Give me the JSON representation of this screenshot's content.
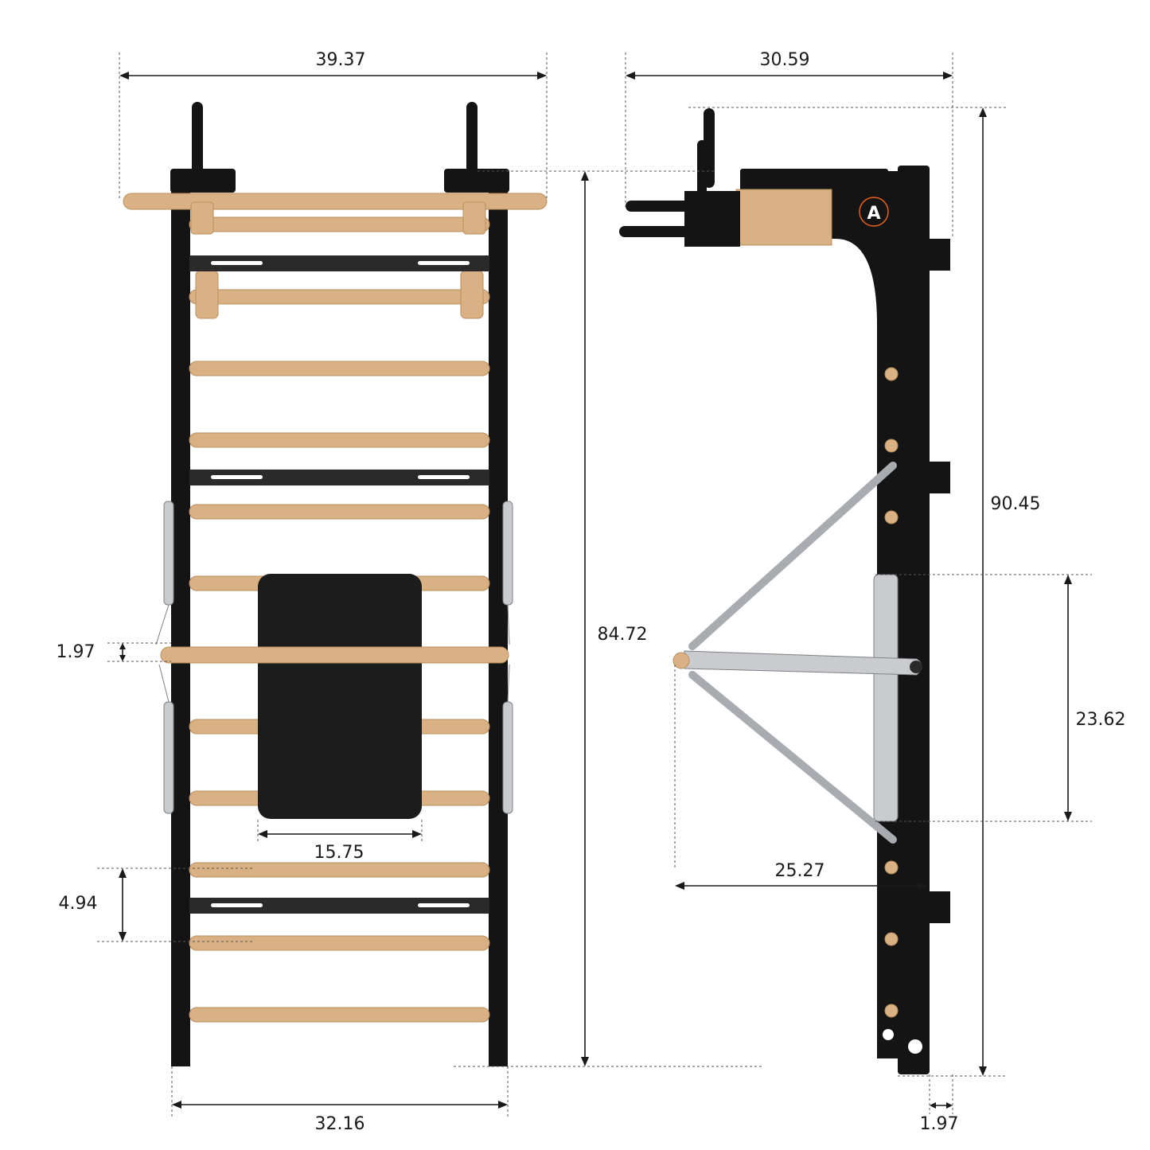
{
  "dimensions": {
    "front_width_top": "39.37",
    "front_width_bottom": "32.16",
    "front_bar_diameter": "1.97",
    "front_seat_width": "15.75",
    "front_rung_spacing": "4.94",
    "front_height": "84.72",
    "side_depth_top": "30.59",
    "side_total_height": "90.45",
    "side_seat_height": "23.62",
    "side_arm_reach": "25.27",
    "side_base_depth": "1.97"
  },
  "logo": {
    "letter": "A",
    "accent": "#e8611a"
  },
  "colors": {
    "frame": "#141414",
    "wood": "#d9b184",
    "steel": "#c9cbcf",
    "pad": "#1c1c1c"
  },
  "icons": [
    "ladder-frame-icon",
    "spring-icon",
    "pull-up-handle-icon"
  ]
}
